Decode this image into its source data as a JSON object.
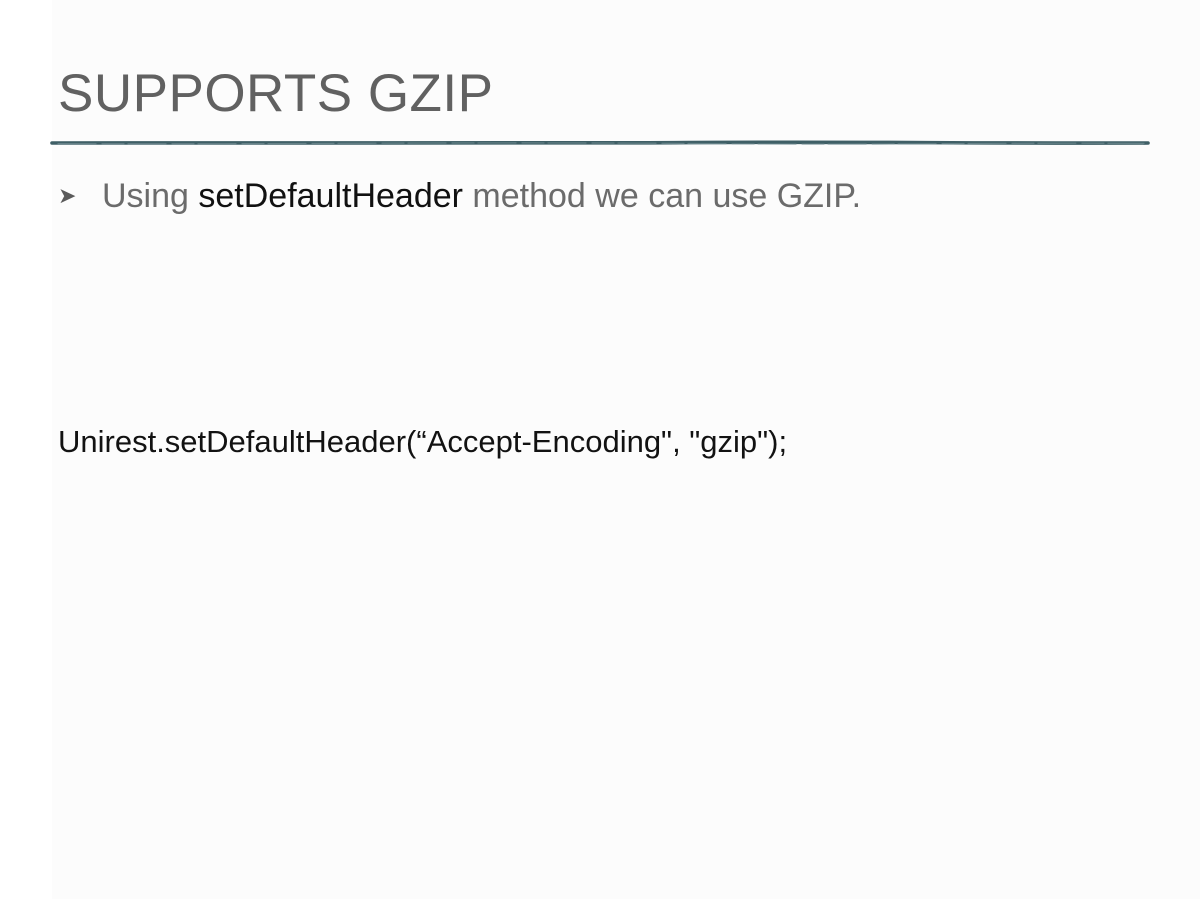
{
  "slide": {
    "title": "SUPPORTS GZIP",
    "bullet": {
      "marker": "➤",
      "before": "Using ",
      "emphasis": "setDefaultHeader",
      "after": " method we can use GZIP."
    },
    "code": "Unirest.setDefaultHeader(“Accept-Encoding\", \"gzip\");"
  },
  "colors": {
    "title": "#616161",
    "body_text": "#6b6b6b",
    "emphasis_text": "#111111",
    "divider": "#3f5f66"
  }
}
